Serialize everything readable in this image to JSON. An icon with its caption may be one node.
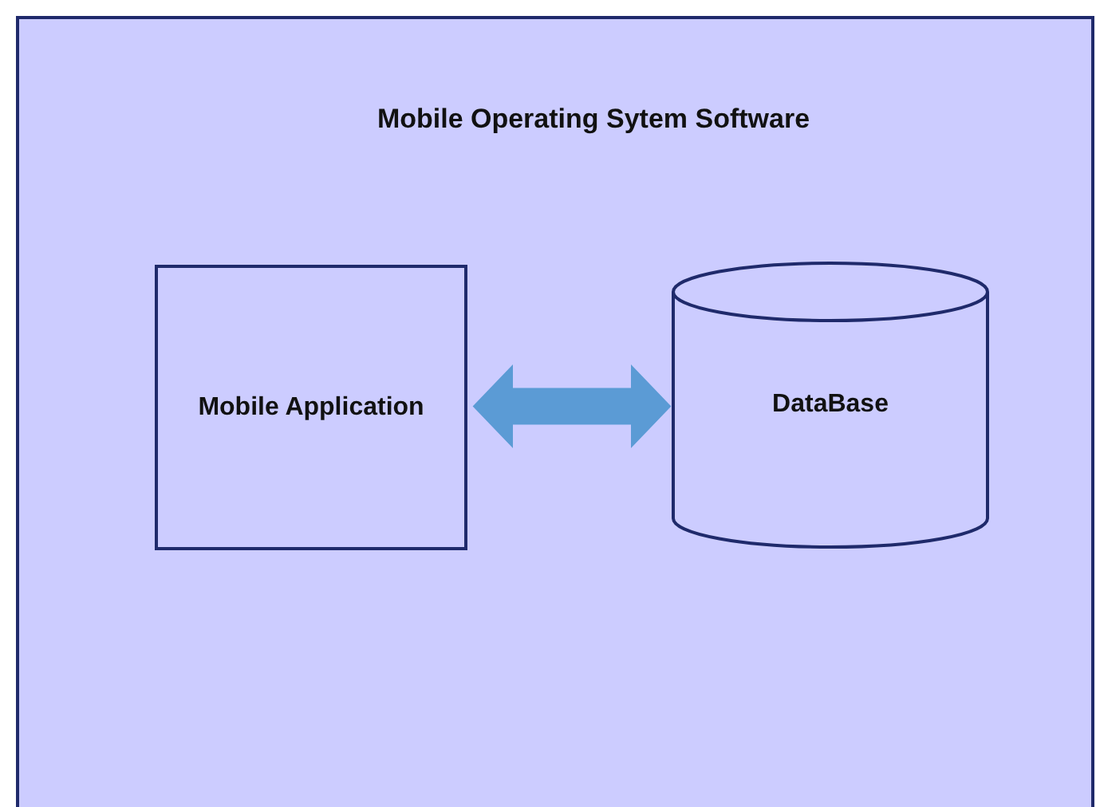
{
  "diagram": {
    "nodes": [
      {
        "text": [
          "Mobile Operating Sytem Software"
        ]
      },
      {
        "text": [
          "Mobile Application"
        ],
        "in": 0
      },
      {
        "text": [
          "DataBase"
        ],
        "in": 0
      }
    ],
    "edges": [
      {
        "from": 1,
        "to": 2,
        "arrow": "both",
        "style": "thick",
        "color": "#5b9bd5"
      }
    ]
  }
}
